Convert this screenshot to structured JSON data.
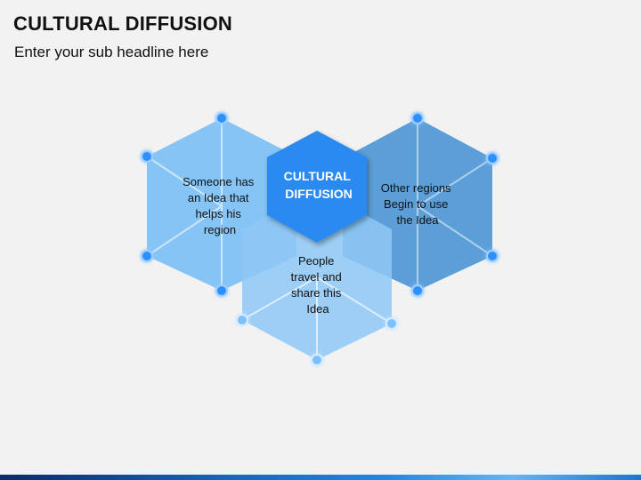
{
  "slide": {
    "title": "CULTURAL DIFFUSION",
    "subtitle": "Enter your sub headline here"
  },
  "diagram": {
    "center_label": [
      "CULTURAL",
      "DIFFUSION"
    ],
    "nodes": [
      {
        "id": "left",
        "lines": [
          "Someone has",
          "an Idea that",
          "helps his",
          "region"
        ],
        "color": "#7cc0f5"
      },
      {
        "id": "right",
        "lines": [
          "Other regions",
          "Begin to use",
          "the Idea"
        ],
        "color": "#4f97d6"
      },
      {
        "id": "bottom",
        "lines": [
          "People",
          "travel and",
          "share this",
          "Idea"
        ],
        "color": "#8ec8f6"
      }
    ],
    "center_color": "#2a8af0",
    "dot_color": "#2f8fff"
  }
}
